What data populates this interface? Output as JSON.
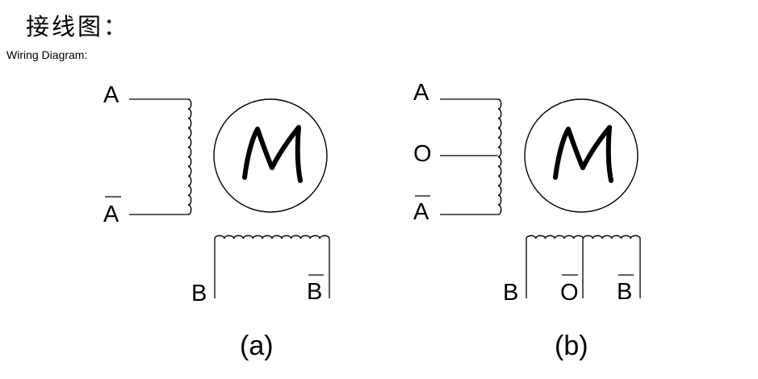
{
  "title": {
    "cn": "接线图：",
    "en": "Wiring Diagram:"
  },
  "diagram_a": {
    "caption": "(a)",
    "motor_label": "M",
    "labels": {
      "a": "A",
      "a_bar": "A",
      "b": "B",
      "b_bar": "B"
    }
  },
  "diagram_b": {
    "caption": "(b)",
    "motor_label": "M",
    "labels": {
      "a": "A",
      "o": "O",
      "a_bar": "A",
      "b": "B",
      "o_bar": "O",
      "b_bar": "B"
    }
  }
}
